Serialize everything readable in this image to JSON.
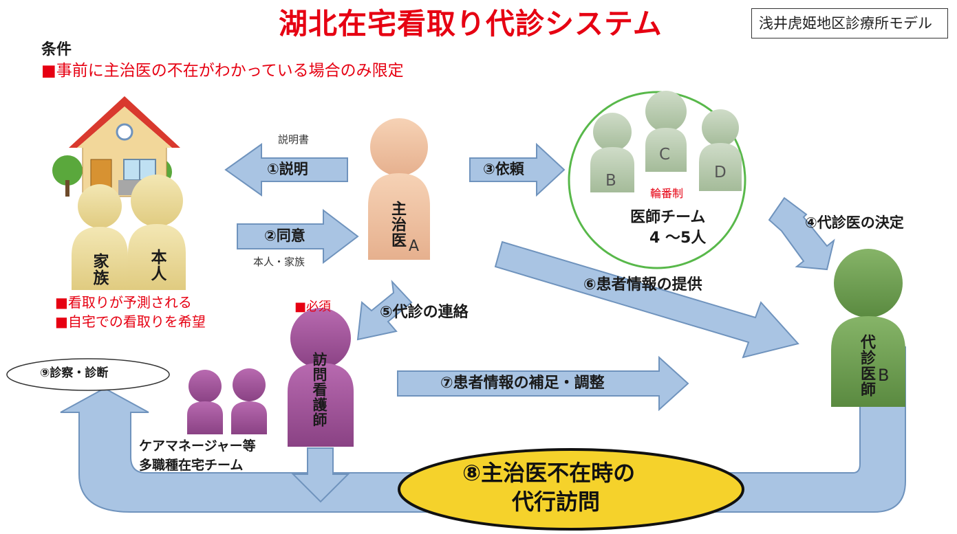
{
  "title": "湖北在宅看取り代診システム",
  "model_label": "浅井虎姫地区診療所モデル",
  "conditions": {
    "heading": "条件",
    "main": "■事前に主治医の不在がわかっている場合のみ限定"
  },
  "patient_side": {
    "family_label": "家族",
    "patient_label": "本人",
    "note1": "■看取りが予測される",
    "note2": "■自宅での看取りを希望"
  },
  "steps": {
    "s1_caption": "説明書",
    "s1": "①説明",
    "s2": "②同意",
    "s2_caption": "本人・家族",
    "s3": "③依頼",
    "s4": "④代診医の決定",
    "s5": "⑤代診の連絡",
    "s6": "⑥患者情報の提供",
    "s7": "⑦患者情報の補足・調整",
    "s8_line1": "⑧主治医不在時の",
    "s8_line2": "代行訪問",
    "s9": "⑨診察・診断"
  },
  "attending": {
    "label": "主治医",
    "letter": "A"
  },
  "team": {
    "member_b": "B",
    "member_c": "C",
    "member_d": "D",
    "rotation": "輪番制",
    "name_line1": "医師チーム",
    "name_line2": "4 ～5人"
  },
  "substitute": {
    "label": "代診医師",
    "letter": "B"
  },
  "nurse": {
    "required": "■必須",
    "label": "訪問看護師"
  },
  "care_team": {
    "line1": "ケアマネージャー等",
    "line2": "多職種在宅チーム"
  },
  "colors": {
    "title_red": "#e60012",
    "arrow_fill": "#a9c4e3",
    "arrow_stroke": "#6f93bd",
    "doctor_peach": "#efc4a8",
    "team_green_light": "#b6c9ad",
    "substitute_green": "#6e9b52",
    "nurse_purple": "#9c5096",
    "family_yellow": "#e9d99a",
    "highlight_yellow": "#f5d22b",
    "circle_green": "#58b84a"
  }
}
